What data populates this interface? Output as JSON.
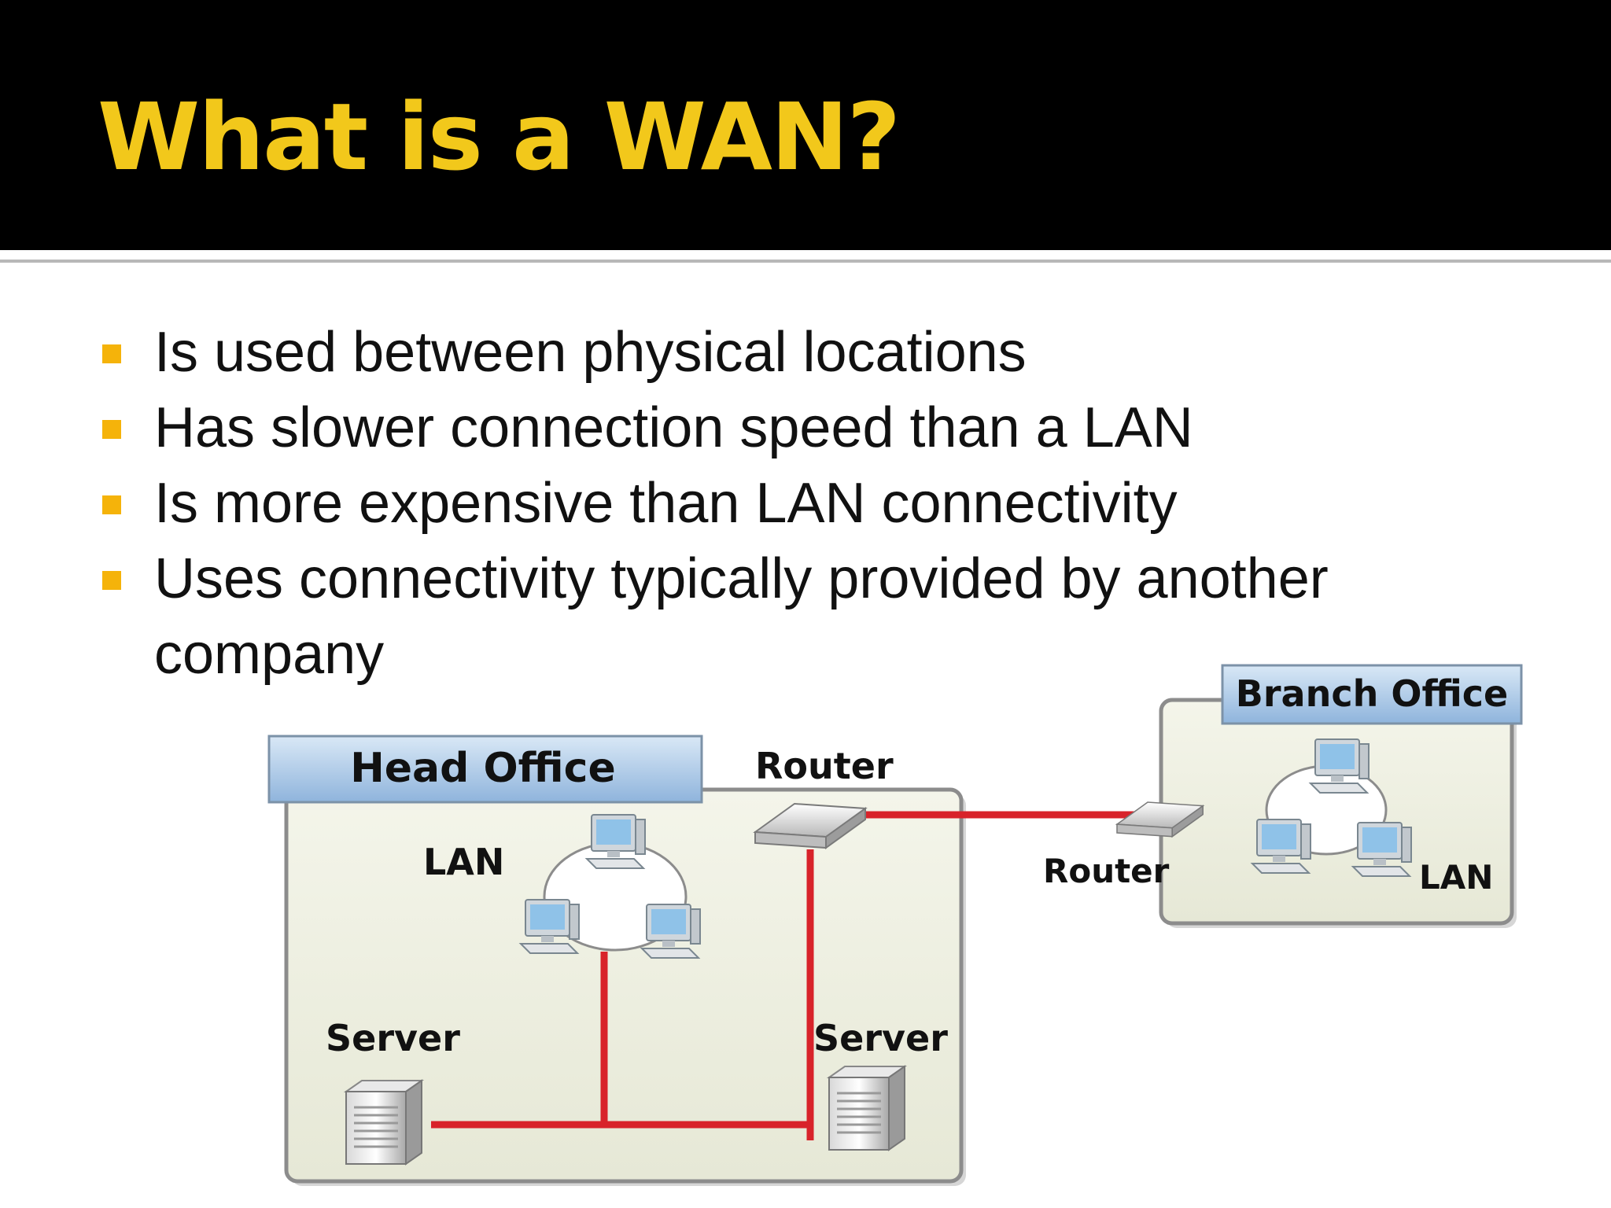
{
  "slide": {
    "title": "What is a WAN?",
    "bullets": [
      "Is used between physical locations",
      "Has slower connection speed than a LAN",
      "Is more expensive than LAN connectivity",
      "Uses connectivity typically provided by another company"
    ]
  },
  "diagram": {
    "head_office": {
      "label": "Head Office",
      "lan_label": "LAN",
      "router_label": "Router",
      "server_left_label": "Server",
      "server_right_label": "Server"
    },
    "branch_office": {
      "label": "Branch Office",
      "router_label": "Router",
      "lan_label": "LAN"
    }
  },
  "colors": {
    "title": "#f2c81b",
    "bullet": "#f5b30a",
    "link": "#d8232a",
    "office_fill": "#eef0e0",
    "header_fill": "#a9c6e4"
  }
}
